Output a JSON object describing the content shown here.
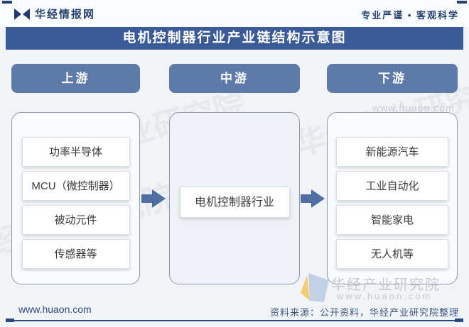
{
  "header": {
    "logo_text": "华经情报网",
    "slogan": "专业严谨 • 客观科学"
  },
  "title": "电机控制器行业产业链结构示意图",
  "chain": {
    "columns": [
      {
        "header": "上游",
        "items": [
          "功率半导体",
          "MCU（微控制器）",
          "被动元件",
          "传感器等"
        ]
      },
      {
        "header": "中游",
        "items": [
          "电机控制器行业"
        ]
      },
      {
        "header": "下游",
        "items": [
          "新能源汽车",
          "工业自动化",
          "智能家电",
          "无人机等"
        ]
      }
    ]
  },
  "watermarks": {
    "top_right": "www.huaon.com",
    "diagonal": "华经产业研究院",
    "bottom_name": "华经产业研究院",
    "bottom_site": "www.huaon.com"
  },
  "footer": {
    "site": "www.huaon.com",
    "source": "资料来源：公开资料，华经产业研究院整理"
  },
  "colors": {
    "title_band": "#3b5a98",
    "header_pill": "#5d7aa9",
    "arrow": "#4f6fa3",
    "navy_text": "#24406e",
    "watermark_gray": "#c8cbd0"
  }
}
